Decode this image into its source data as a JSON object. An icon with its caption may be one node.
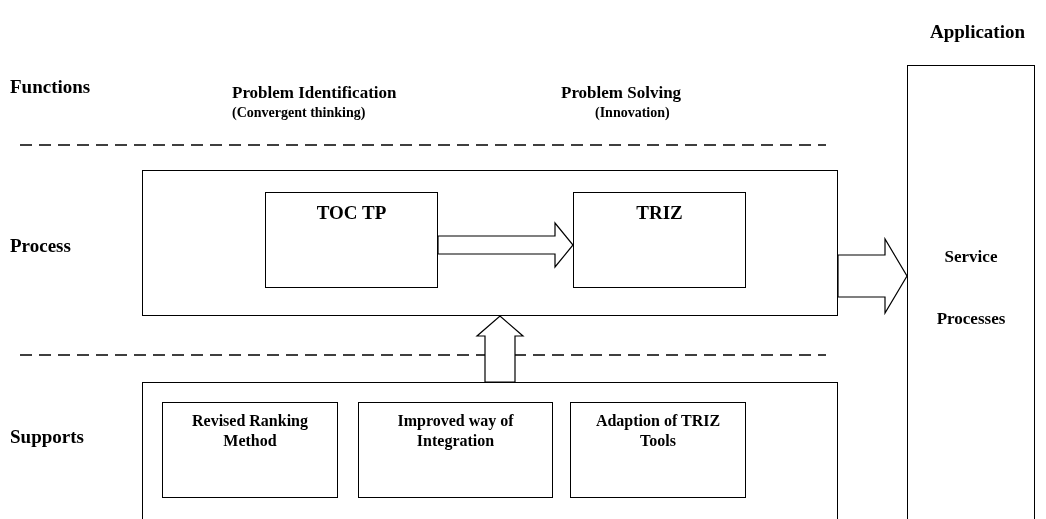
{
  "diagram": {
    "nodes": [
      {
        "text": [],
        "shape": "box"
      },
      {
        "text": [
          "TOC TP"
        ],
        "in": 0
      },
      {
        "text": [
          "TRIZ"
        ],
        "in": 0
      },
      {
        "text": [],
        "shape": "box"
      },
      {
        "text": [
          "Revised Ranking Method"
        ],
        "in": 3
      },
      {
        "text": [
          "Improved way of Integration"
        ],
        "in": 3
      },
      {
        "text": [
          "Adaption of TRIZ Tools"
        ],
        "in": 3
      },
      {
        "text": [
          "Service Processes"
        ]
      }
    ],
    "edges": [
      {
        "from": 1,
        "to": 2,
        "arrow": "to"
      },
      {
        "from": 3,
        "to": 0,
        "arrow": "to"
      },
      {
        "from": 0,
        "to": 7,
        "arrow": "to"
      }
    ],
    "labels": [
      "Application",
      "Functions",
      "Problem Identification",
      "(Convergent thinking)",
      "Problem Solving",
      "(Innovation)",
      "Process",
      "Supports"
    ]
  }
}
